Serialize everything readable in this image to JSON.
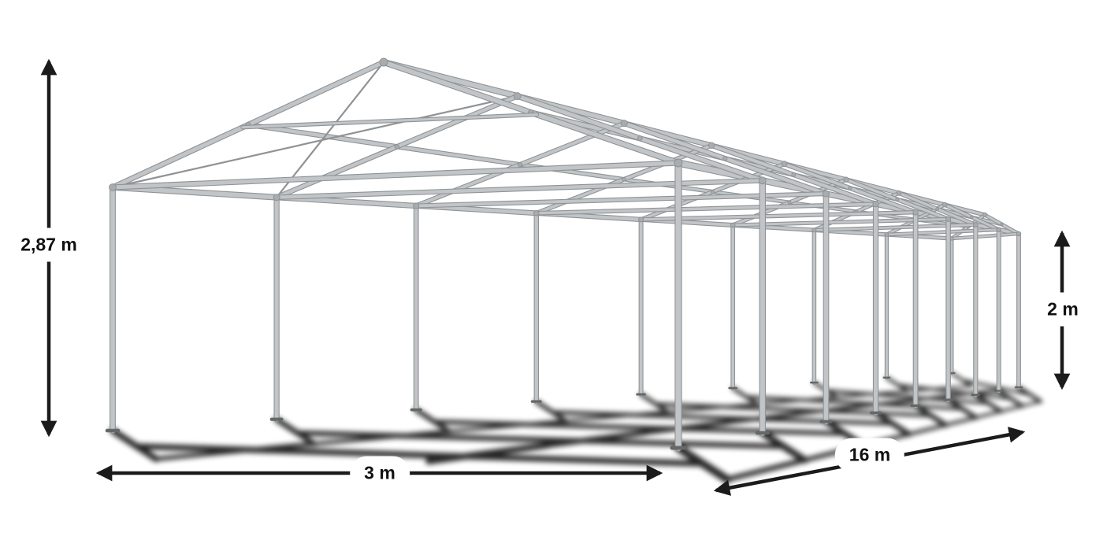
{
  "figure": {
    "kind": "tent-frame-dimension-diagram"
  },
  "dimensions": {
    "ridge_height": {
      "label": "2,87 m"
    },
    "side_height": {
      "label": "2 m"
    },
    "width": {
      "label": "3 m"
    },
    "length": {
      "label": "16 m"
    }
  },
  "colors": {
    "frame_light": "#c2c5c7",
    "frame_dark": "#8f9395",
    "joint": "#a8acae",
    "base": "#646869",
    "shadow": "#000000",
    "arrow": "#1b1b1b",
    "label_bg": "#ffffff",
    "label_text": "#111111"
  }
}
